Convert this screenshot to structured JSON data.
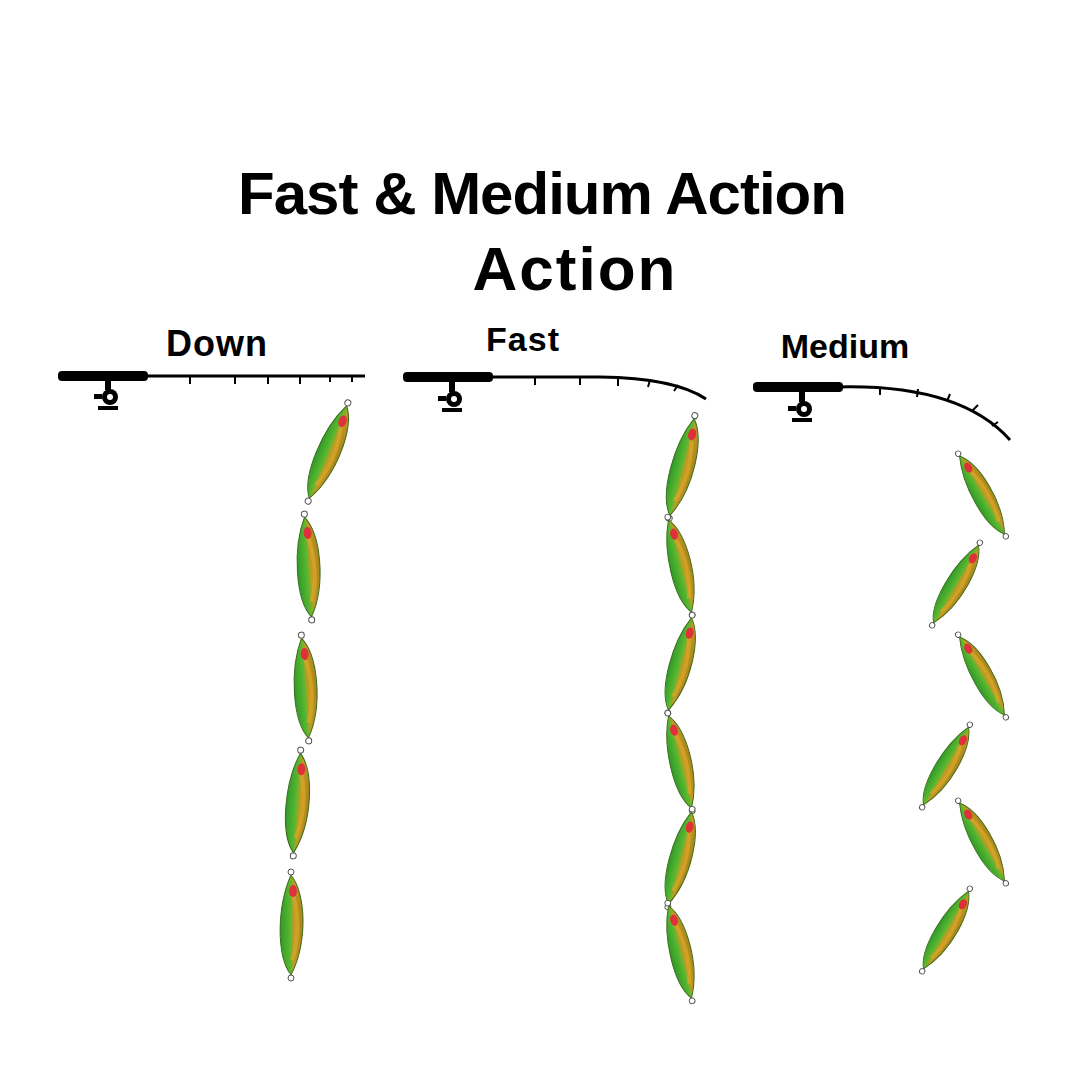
{
  "diagram": {
    "title": "Fast & Medium Action",
    "labels": [
      "Action",
      "Down",
      "Fast",
      "Medium"
    ]
  }
}
